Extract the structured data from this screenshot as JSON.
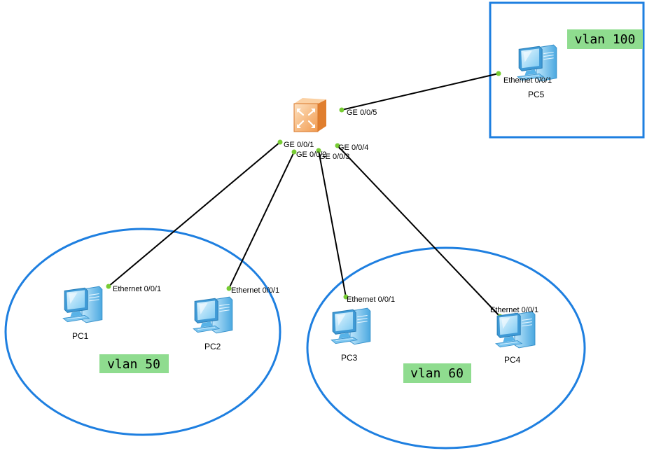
{
  "colors": {
    "zone_outline": "#1e7fe0",
    "vlan_tag_bg": "#8fdc8f",
    "link": "#000000",
    "port_dot": "#77cc33",
    "switch_body": "#f6a15a",
    "pc_blue": "#5bb7ec"
  },
  "switch": {
    "icon": "switch-icon",
    "label": ""
  },
  "zones": {
    "vlan50": {
      "label": "vlan 50"
    },
    "vlan60": {
      "label": "vlan 60"
    },
    "vlan100": {
      "label": "vlan 100"
    }
  },
  "pcs": {
    "pc1": {
      "name": "PC1",
      "port": "Ethernet 0/0/1",
      "icon": "pc-icon"
    },
    "pc2": {
      "name": "PC2",
      "port": "Ethernet 0/0/1",
      "icon": "pc-icon"
    },
    "pc3": {
      "name": "PC3",
      "port": "Ethernet 0/0/1",
      "icon": "pc-icon"
    },
    "pc4": {
      "name": "PC4",
      "port": "Ethernet 0/0/1",
      "icon": "pc-icon"
    },
    "pc5": {
      "name": "PC5",
      "port": "Ethernet 0/0/1",
      "icon": "pc-icon"
    }
  },
  "switch_ports": {
    "ge1": "GE 0/0/1",
    "ge2": "GE 0/0/2",
    "ge3": "GE 0/0/3",
    "ge4": "GE 0/0/4",
    "ge5": "GE 0/0/5"
  }
}
